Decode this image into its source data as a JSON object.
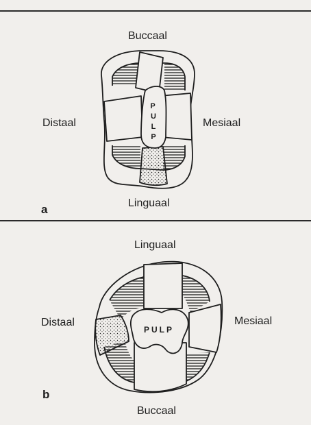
{
  "panels": [
    {
      "letter": "a",
      "top_label": "Buccaal",
      "bottom_label": "Linguaal",
      "left_label": "Distaal",
      "right_label": "Mesiaal",
      "pulp_letters": [
        "P",
        "U",
        "L",
        "P"
      ]
    },
    {
      "letter": "b",
      "top_label": "Linguaal",
      "bottom_label": "Buccaal",
      "left_label": "Distaal",
      "right_label": "Mesiaal",
      "pulp_text": "PULP"
    }
  ],
  "colors": {
    "background": "#f1efec",
    "line": "#1e1e1e"
  }
}
